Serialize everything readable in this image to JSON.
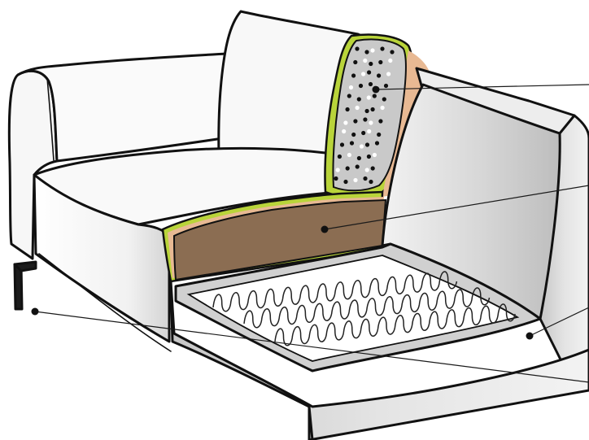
{
  "diagram": {
    "subject": "sofa-section-cutaway",
    "layers": [
      {
        "id": "seat-cushion"
      },
      {
        "id": "armrest-cushion"
      },
      {
        "id": "backrest-cushion"
      },
      {
        "id": "fiber-filling"
      },
      {
        "id": "foam-core"
      },
      {
        "id": "spring-base"
      },
      {
        "id": "frame"
      },
      {
        "id": "leg"
      }
    ],
    "callouts": [
      {
        "id": "callout-fiber-filling",
        "target": "fiber-filling"
      },
      {
        "id": "callout-foam-core",
        "target": "foam-core"
      },
      {
        "id": "callout-frame",
        "target": "frame"
      },
      {
        "id": "callout-leg",
        "target": "leg"
      }
    ],
    "colors": {
      "outline": "#111111",
      "upholstery": "#f6f6f6",
      "frame-light": "#e6e6e6",
      "frame-dark": "#b9b9b9",
      "foam-core": "#8b6d52",
      "padding-layer": "#e8b993",
      "fabric-edge": "#b9d43a",
      "fiber-fill": "#cfcfcf",
      "spring-bed": "#ffffff"
    }
  }
}
